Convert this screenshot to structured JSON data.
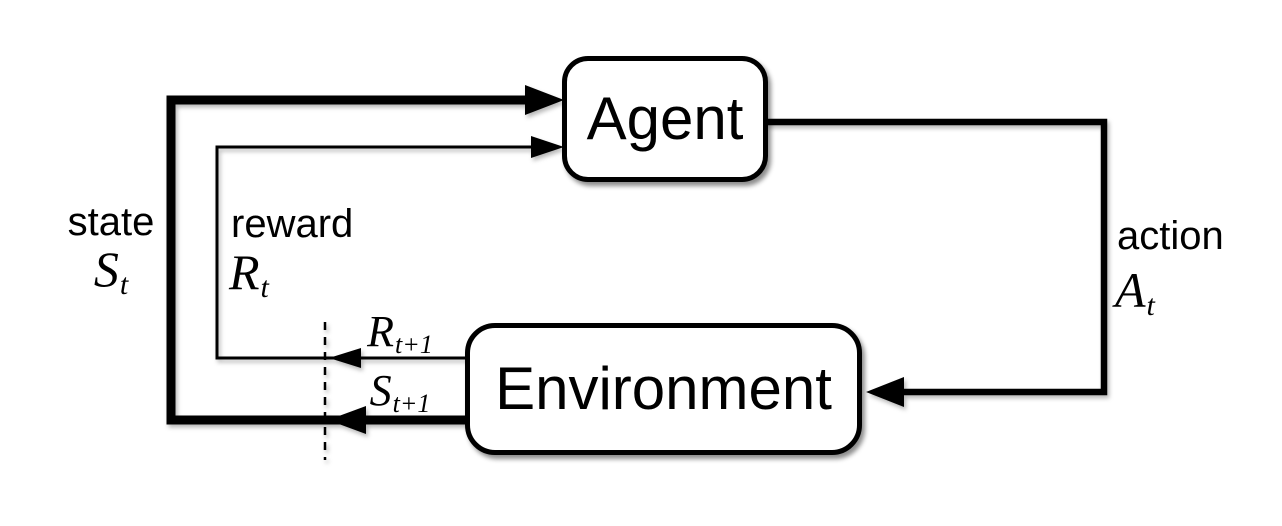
{
  "nodes": {
    "agent": {
      "label": "Agent"
    },
    "environment": {
      "label": "Environment"
    }
  },
  "signals": {
    "state": {
      "label": "state",
      "symbol": "S",
      "subscript": "t"
    },
    "reward": {
      "label": "reward",
      "symbol": "R",
      "subscript": "t"
    },
    "action": {
      "label": "action",
      "symbol": "A",
      "subscript": "t"
    },
    "next_reward": {
      "symbol": "R",
      "subscript": "t+1"
    },
    "next_state": {
      "symbol": "S",
      "subscript": "t+1"
    }
  },
  "colors": {
    "line": "#000000",
    "box_border": "#000000",
    "box_fill": "#ffffff",
    "text": "#000000",
    "background": "#ffffff"
  }
}
